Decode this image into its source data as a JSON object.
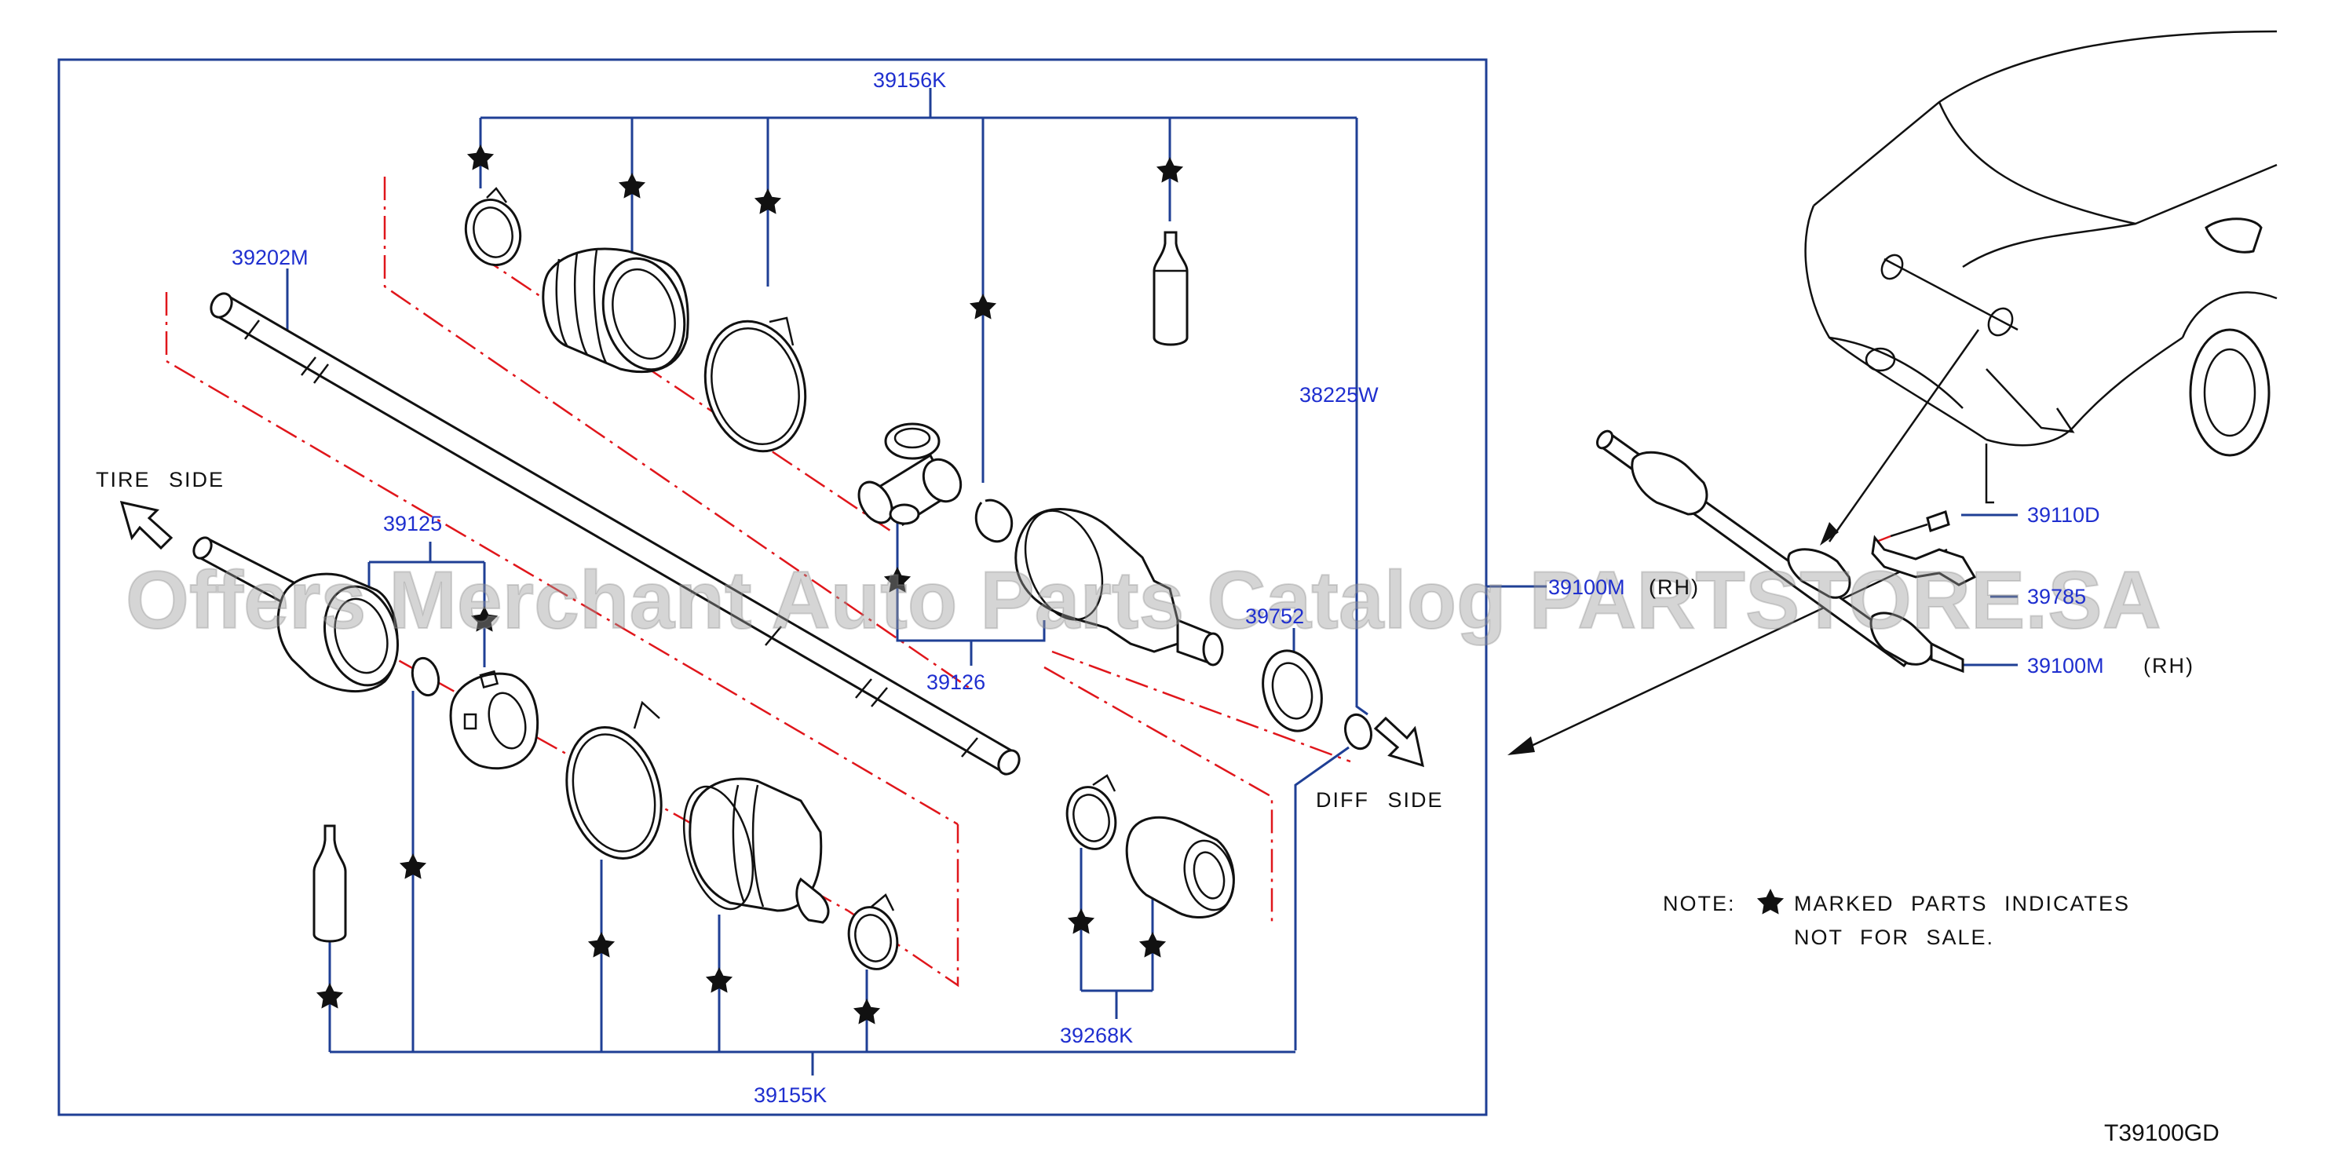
{
  "labels": {
    "p39156K": "39156K",
    "p39202M": "39202M",
    "p38225W": "38225W",
    "p39125": "39125",
    "p39126": "39126",
    "p39752": "39752",
    "p39155K": "39155K",
    "p39268K": "39268K",
    "p39100M_main": "39100M",
    "p39110D": "39110D",
    "p39785": "39785",
    "p39100M_rh": "39100M"
  },
  "text": {
    "rh_a": "(RH)",
    "rh_b": "(RH)",
    "tire_side": "TIRE SIDE",
    "diff_side": "DIFF SIDE",
    "note_prefix": "NOTE:",
    "note_line1": "MARKED PARTS INDICATES",
    "note_line2": "NOT FOR SALE.",
    "diagram_code": "T39100GD",
    "watermark": "Offers Merchant Auto Parts Catalog PARTSTORE.SA"
  },
  "colors": {
    "callout_text": "#1f2fcf",
    "leader_line": "#1f3f95",
    "center_axis": "#e0161b",
    "line_art": "#111111"
  },
  "icons": [
    "star-icon",
    "tire-side-arrow-icon",
    "diff-side-arrow-icon"
  ]
}
